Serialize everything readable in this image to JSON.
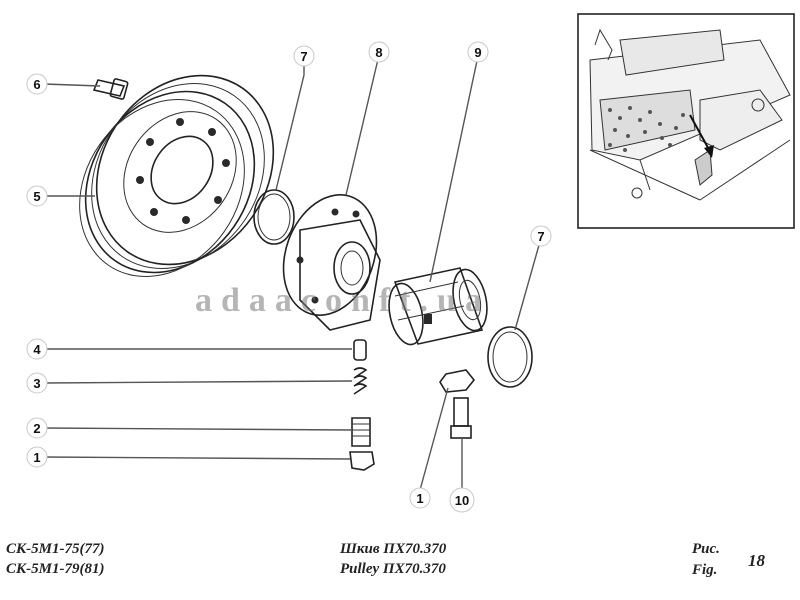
{
  "callouts": [
    {
      "id": "c6",
      "label": "6"
    },
    {
      "id": "c5",
      "label": "5"
    },
    {
      "id": "c7a",
      "label": "7"
    },
    {
      "id": "c8",
      "label": "8"
    },
    {
      "id": "c9",
      "label": "9"
    },
    {
      "id": "c7b",
      "label": "7"
    },
    {
      "id": "c4",
      "label": "4"
    },
    {
      "id": "c3",
      "label": "3"
    },
    {
      "id": "c2",
      "label": "2"
    },
    {
      "id": "c1a",
      "label": "1"
    },
    {
      "id": "c1b",
      "label": "1"
    },
    {
      "id": "c10",
      "label": "10"
    }
  ],
  "watermark": "adaaconft.ua",
  "footer": {
    "model_line_1": "СК-5М1-75(77)",
    "model_line_2": "СК-5М1-79(81)",
    "title_ru": "Шкив  ПХ70.370",
    "title_en": "Pulley  ПХ70.370",
    "fig_label_ru": "Рис.",
    "fig_label_en": "Fig.",
    "fig_number": "18"
  }
}
